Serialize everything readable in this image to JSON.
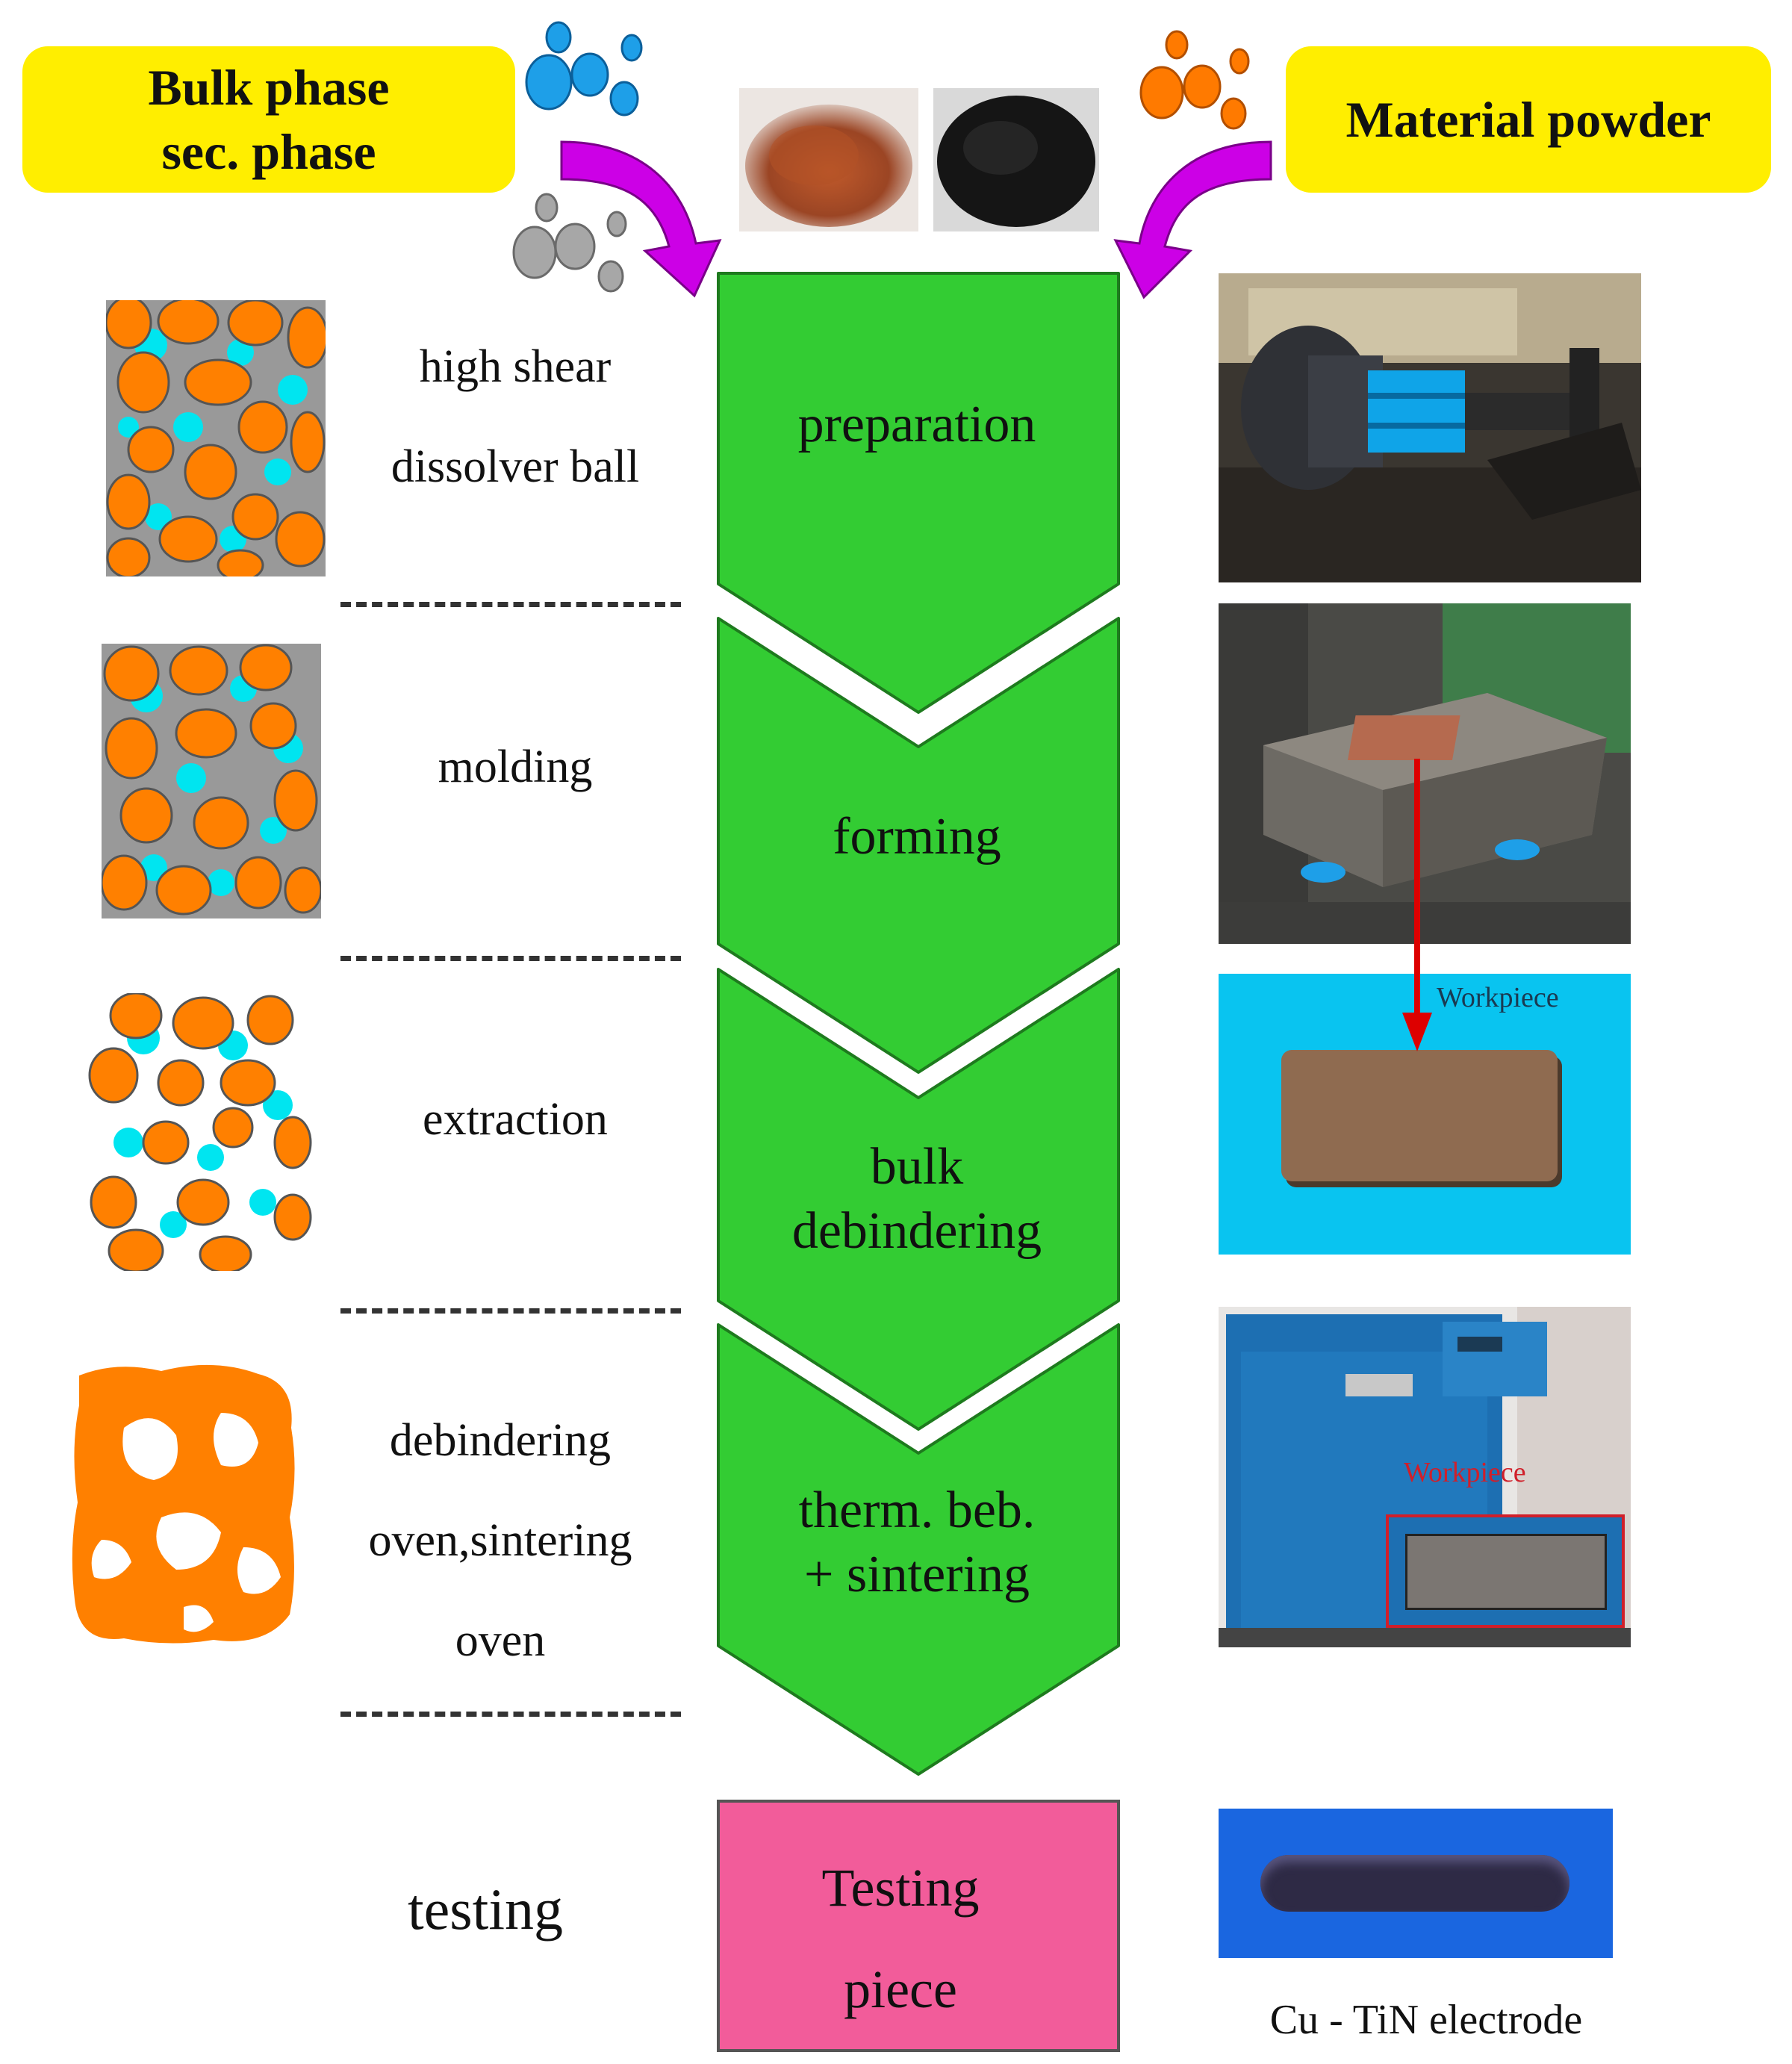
{
  "header": {
    "left_label": "Bulk phase\nsec. phase",
    "right_label": "Material powder"
  },
  "steps": [
    {
      "label": "preparation",
      "side": "high shear\ndissolver ball"
    },
    {
      "label": "forming",
      "side": "molding"
    },
    {
      "label": "bulk\ndebindering",
      "side": "extraction"
    },
    {
      "label": "therm. beb.\n+ sintering",
      "side": "debindering\noven,sintering\noven"
    }
  ],
  "final": {
    "label": "Testing\npiece",
    "side": "testing"
  },
  "photos": {
    "workpiece_label_1": "Workpiece",
    "workpiece_label_2": "Workpiece",
    "electrode_caption": "Cu - TiN electrode"
  },
  "colors": {
    "yellow": "#FFEE00",
    "green": "#33CC33",
    "pink": "#F25C9A",
    "magenta_arrow": "#CC00E6",
    "orange": "#FF8000",
    "cyan": "#00E5F0",
    "grey": "#999999",
    "blue_drops": "#1E9FE8",
    "red_arrow": "#DD0000"
  },
  "icons": [
    "blue-bubbles-icon",
    "grey-bubbles-icon",
    "orange-bubbles-icon",
    "curved-arrow-icon"
  ]
}
